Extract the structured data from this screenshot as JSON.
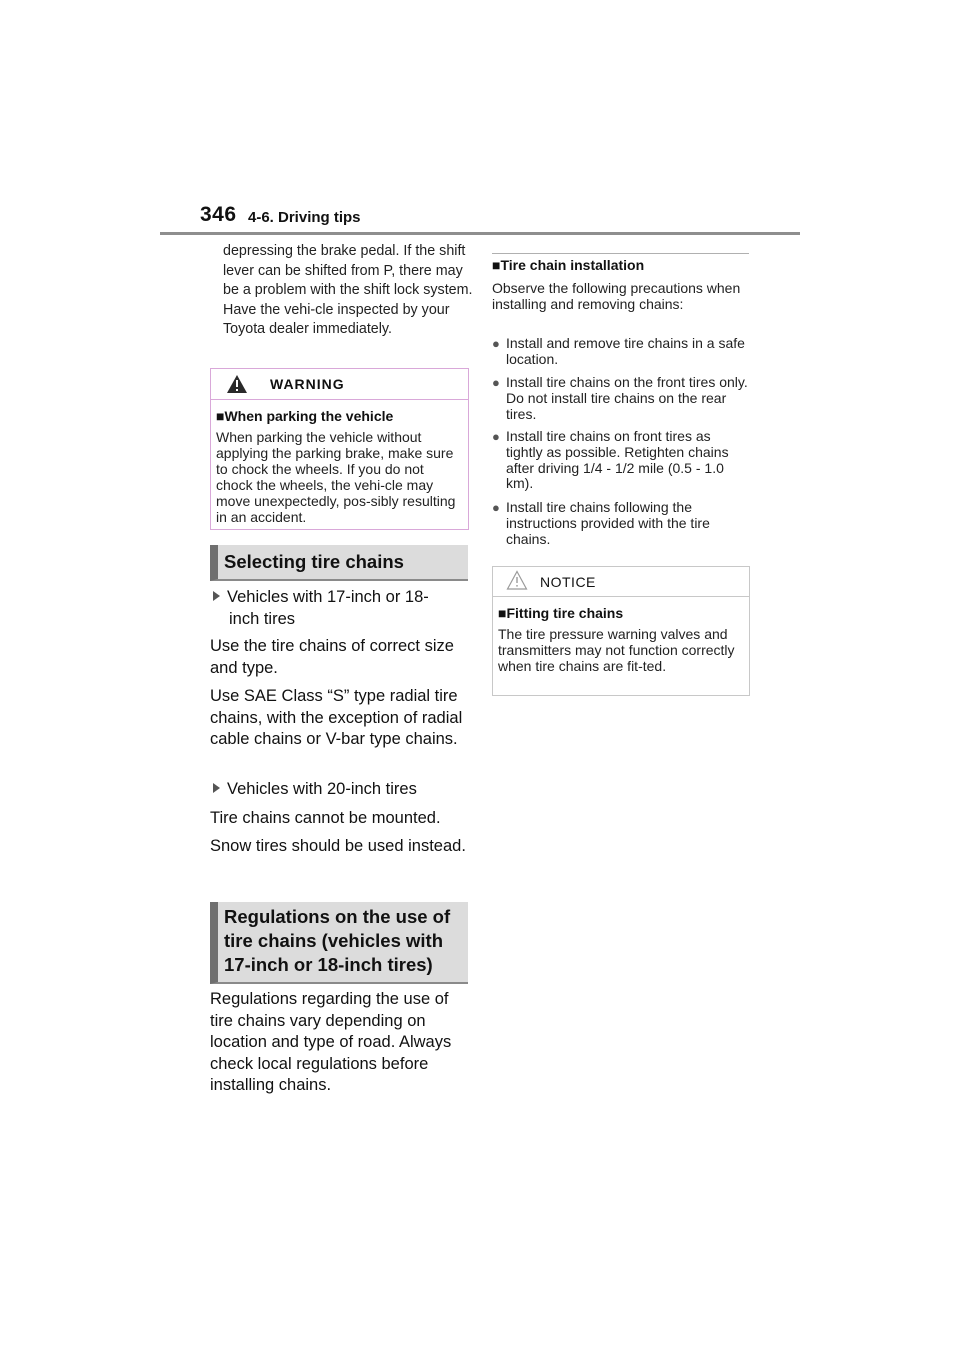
{
  "header": {
    "page_number": "346",
    "section": "4-6. Driving tips"
  },
  "left": {
    "intro": "depressing the brake pedal. If the shift lever can be shifted from P, there may be a problem with the shift lock system. Have the vehi-cle inspected by your Toyota dealer immediately.",
    "warning": {
      "label": "WARNING",
      "subheading": "When parking the vehicle",
      "text": "When parking the vehicle without applying the parking brake, make sure to chock the wheels. If you do not chock the wheels, the vehi-cle may move unexpectedly, pos-sibly resulting in an accident."
    },
    "heading1": "Selecting tire chains",
    "bullet1_line1": "Vehicles with 17-inch or 18-",
    "bullet1_line2": "inch tires",
    "para1": "Use the tire chains of correct size and type.",
    "para2": "Use SAE Class “S” type radial tire chains, with the exception of radial cable chains or V-bar type chains.",
    "bullet2": "Vehicles with 20-inch tires",
    "para3": "Tire chains cannot be mounted.",
    "para4": "Snow tires should be used instead.",
    "heading2": "Regulations on the use of tire chains (vehicles with 17-inch or 18-inch tires)",
    "para5": "Regulations regarding the use of tire chains vary depending on location and type of road. Always check local regulations before installing chains."
  },
  "right": {
    "subheading": "Tire chain installation",
    "intro": "Observe the following precautions when installing and removing chains:",
    "items": [
      "Install and remove tire chains in a safe location.",
      "Install tire chains on the front tires only. Do not install tire chains on the rear tires.",
      "Install tire chains on front tires as tightly as possible. Retighten chains after driving 1/4 - 1/2 mile (0.5 - 1.0 km).",
      "Install tire chains following the instructions provided with the tire chains."
    ],
    "notice": {
      "label": "NOTICE",
      "subheading": "Fitting tire chains",
      "text": "The tire pressure warning valves and transmitters may not function correctly when tire chains are fit-ted."
    }
  },
  "colors": {
    "warning_border": "#d9a8d9",
    "heading_bar": "#dcdcdc",
    "heading_accent": "#6f6f6f"
  }
}
